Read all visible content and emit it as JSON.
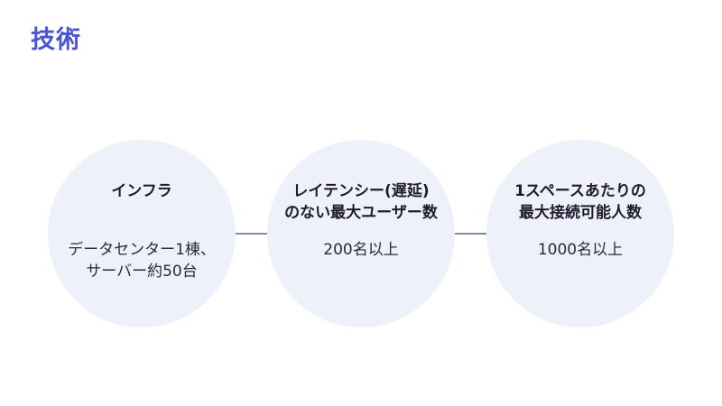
{
  "slide": {
    "title": "技術",
    "items": [
      {
        "heading": "インフラ",
        "value": "データセンター1棟、\nサーバー約50台"
      },
      {
        "heading": "レイテンシー(遅延)\nのない最大ユーザー数",
        "value": "200名以上"
      },
      {
        "heading": "1スペースあたりの\n最大接続可能人数",
        "value": "1000名以上"
      }
    ]
  },
  "colors": {
    "title": "#4a55d4",
    "circle_fill": "#eef1fa",
    "connector": "#8a86a8",
    "text": "#1c1c2e"
  }
}
